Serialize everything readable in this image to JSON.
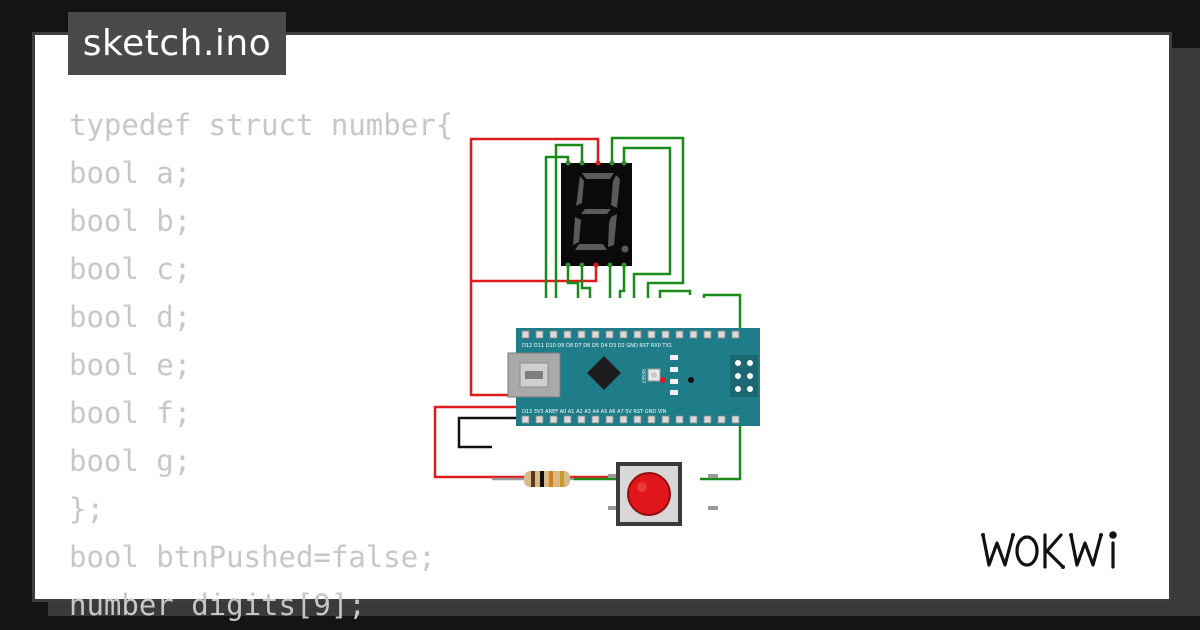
{
  "file_tab": {
    "label": "sketch.ino"
  },
  "code_lines": [
    "typedef struct number{",
    "bool a;",
    "bool b;",
    "bool c;",
    "bool d;",
    "bool e;",
    "bool f;",
    "bool g;",
    "};",
    "bool btnPushed=false;",
    "number digits[9];"
  ],
  "arduino": {
    "top_pin_labels": [
      "D12",
      "D11",
      "D10",
      "D9",
      "D8",
      "D7",
      "D6",
      "D5",
      "D4",
      "D3",
      "D2",
      "GND",
      "RST",
      "RX0",
      "TX1"
    ],
    "bottom_pin_labels": [
      "D13",
      "3V3",
      "AREF",
      "A0",
      "A1",
      "A2",
      "A3",
      "A4",
      "A5",
      "A6",
      "A7",
      "5V",
      "RST",
      "GND",
      "VIN"
    ],
    "reset_label": "RESET",
    "led_labels": [
      "TX",
      "RX",
      "PWR",
      "L"
    ]
  },
  "colors": {
    "accent_red_wire": "#e01b1b",
    "green_wire": "#1a8a1a",
    "board": "#1f7d8a",
    "button_cap": "#e0161b"
  },
  "brand": {
    "logo_icon": "wokwi-logo-icon"
  }
}
